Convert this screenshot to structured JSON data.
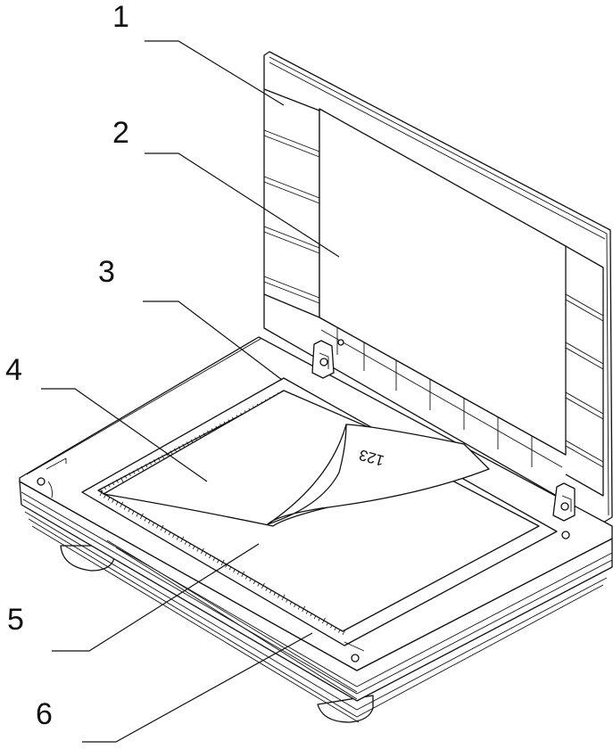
{
  "diagram": {
    "callouts": [
      {
        "id": "1",
        "label": "1"
      },
      {
        "id": "2",
        "label": "2"
      },
      {
        "id": "3",
        "label": "3"
      },
      {
        "id": "4",
        "label": "4"
      },
      {
        "id": "5",
        "label": "5"
      },
      {
        "id": "6",
        "label": "6"
      }
    ],
    "document_text": "123"
  }
}
